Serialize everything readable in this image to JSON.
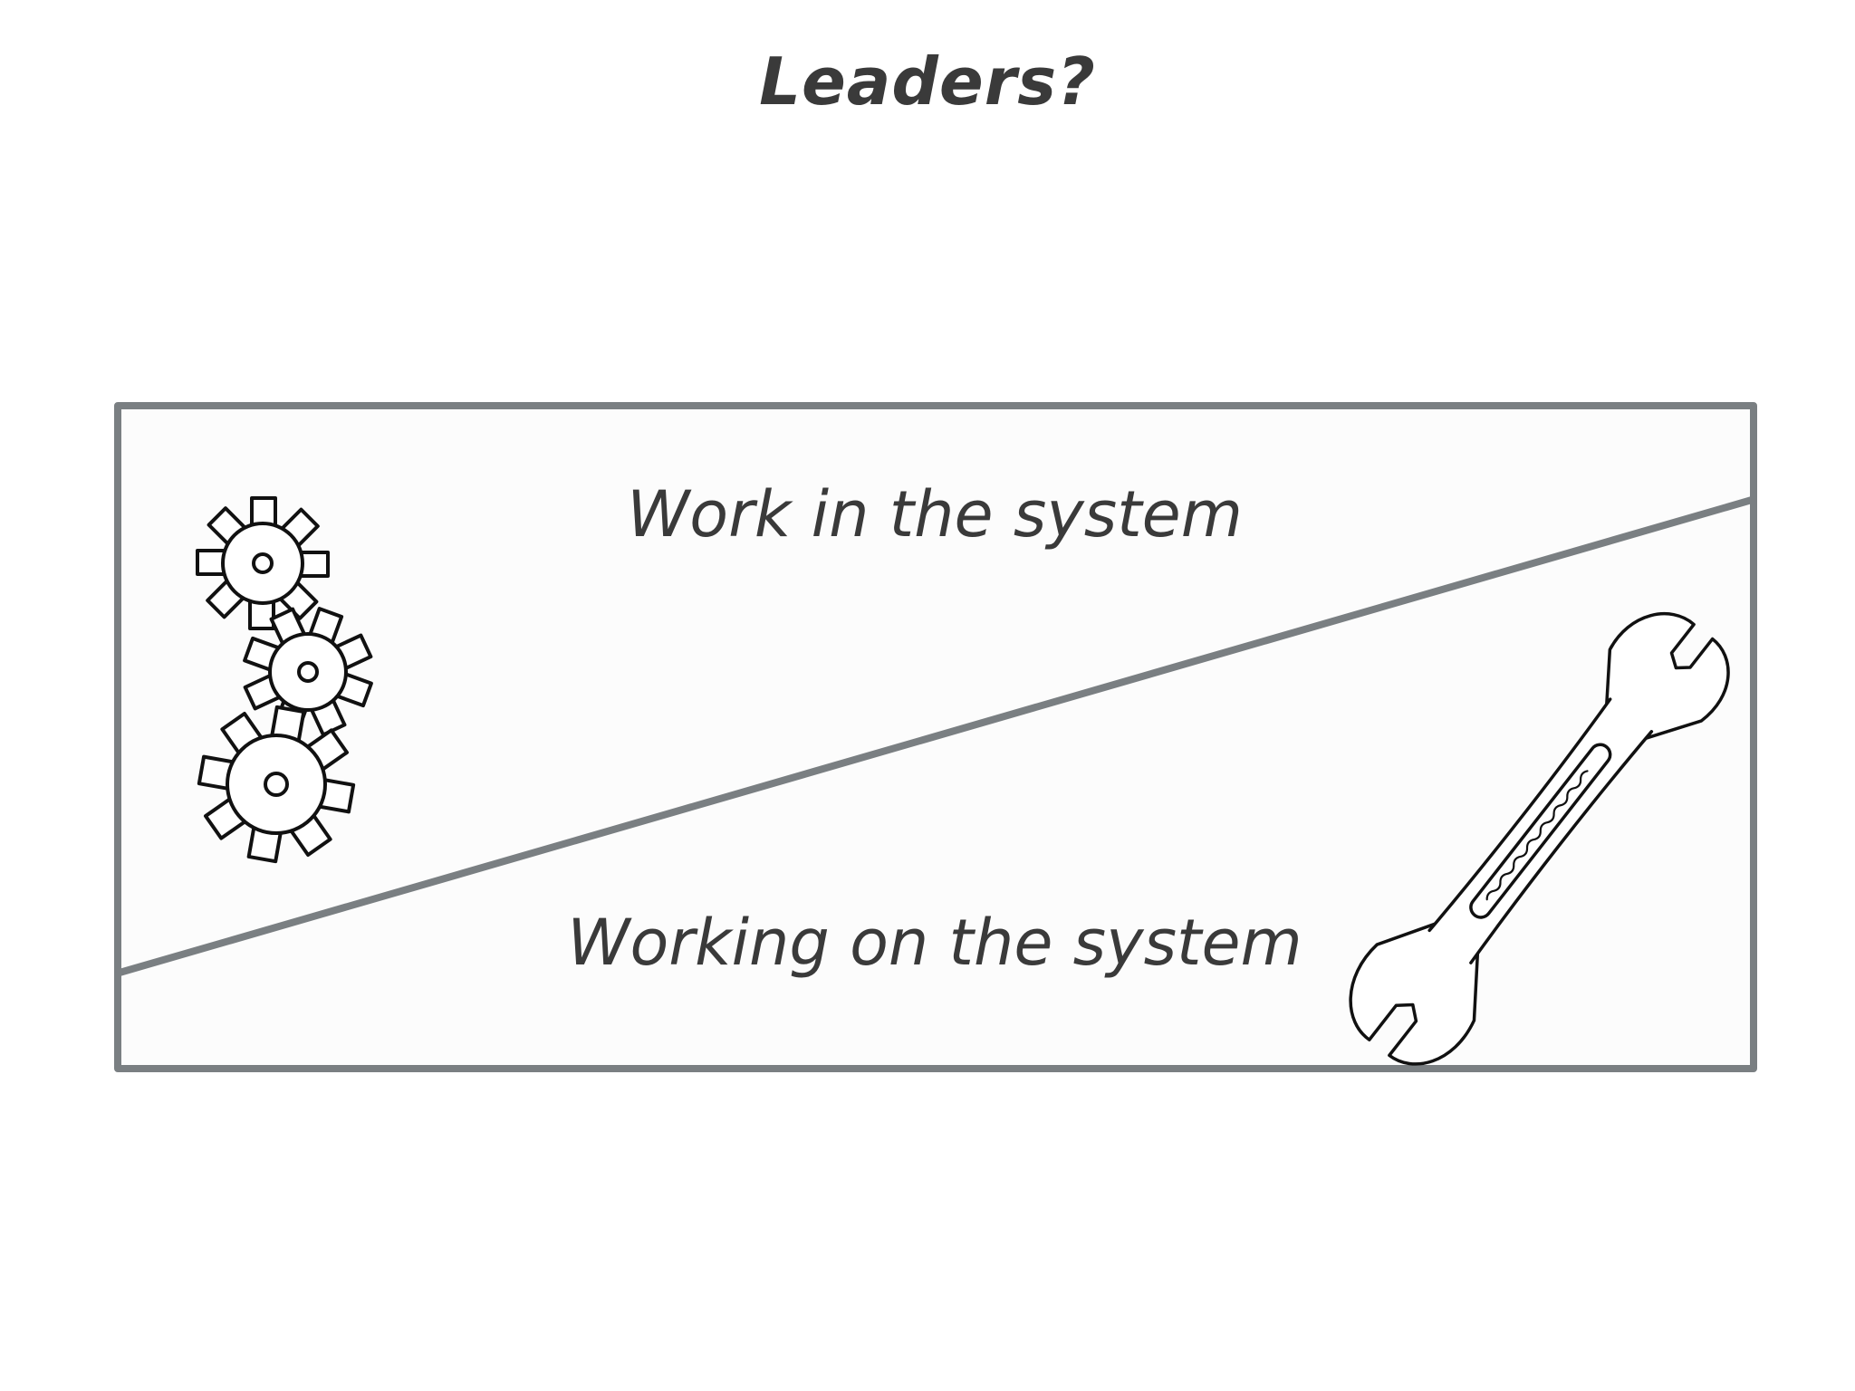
{
  "title": "Leaders?",
  "diagram": {
    "top_label": "Work in the system",
    "bottom_label": "Working on the system",
    "top_icon": "gears-icon",
    "bottom_icon": "wrench-icon",
    "frame_color": "#7a7f82",
    "text_color": "#3a3a3a"
  }
}
